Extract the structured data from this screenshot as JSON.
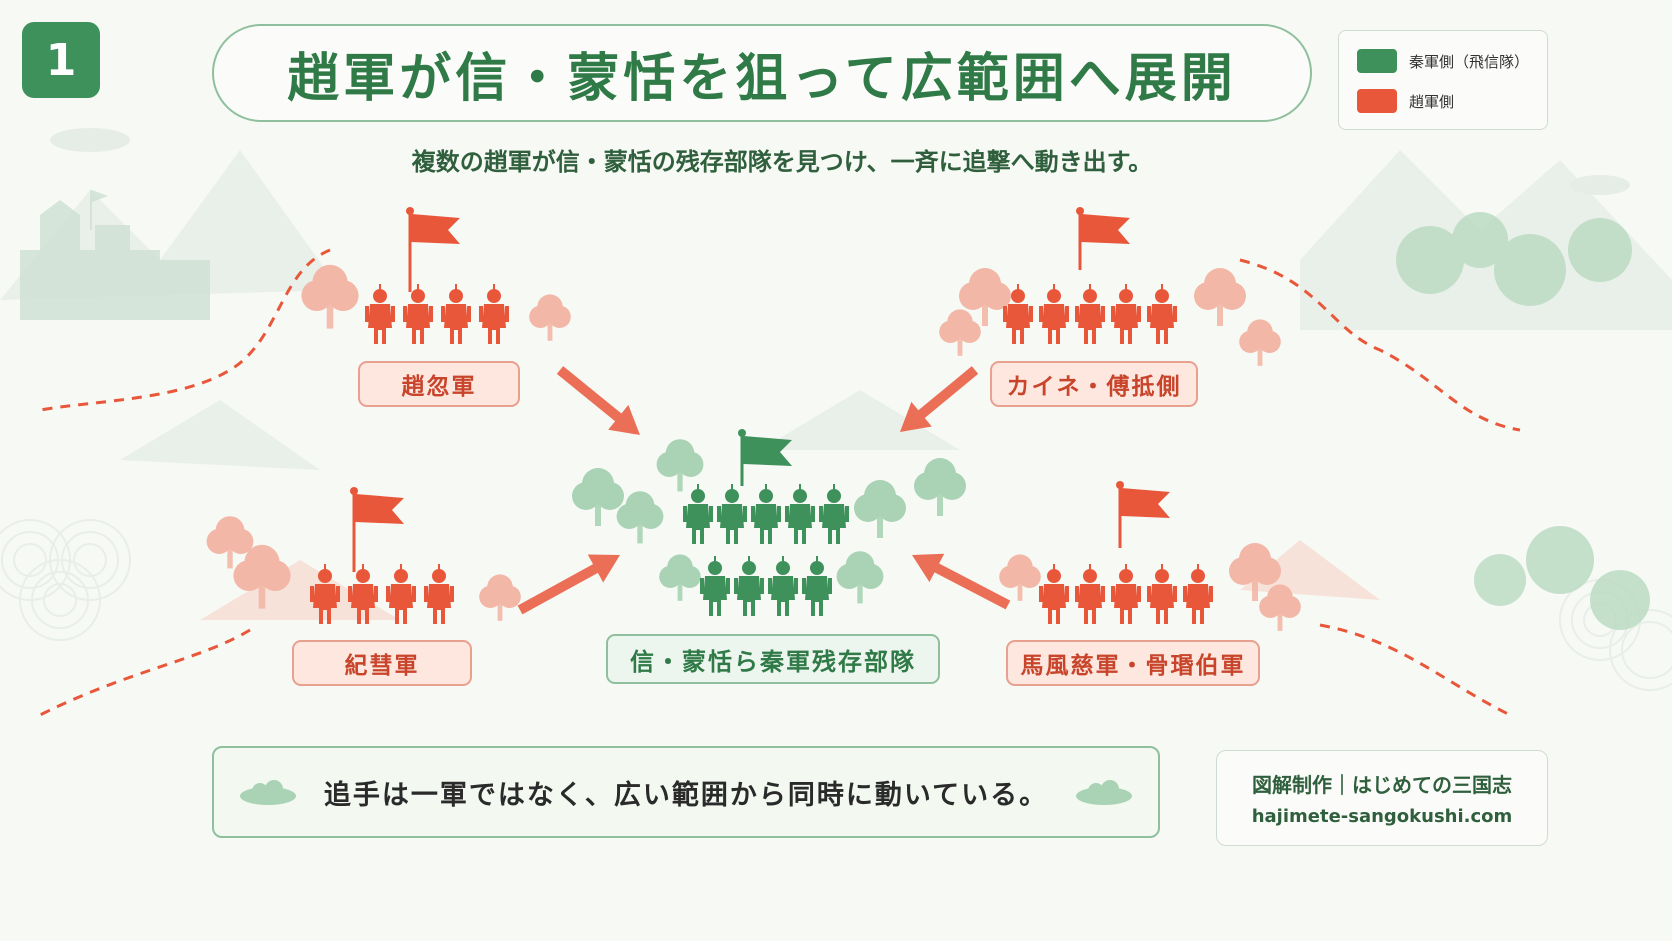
{
  "badge": {
    "number": "1"
  },
  "title": "趙軍が信・蒙恬を狙って広範囲へ展開",
  "subtitle": "複数の趙軍が信・蒙恬の残存部隊を見つけ、一斉に追撃へ動き出す。",
  "legend": {
    "items": [
      {
        "label": "秦軍側（飛信隊）",
        "color": "#3f915c"
      },
      {
        "label": "趙軍側",
        "color": "#e9573a"
      }
    ]
  },
  "units": {
    "zhao_hu": {
      "label": "趙忽軍",
      "soldiers": 4
    },
    "kaine": {
      "label": "カイネ・傅抵側",
      "soldiers": 5
    },
    "kisui": {
      "label": "紀彗軍",
      "soldiers": 4
    },
    "bafuji": {
      "label": "馬風慈軍・骨瑉伯軍",
      "soldiers": 5
    },
    "center": {
      "label": "信・蒙恬ら秦軍残存部隊",
      "soldiers": 9
    }
  },
  "note": "追手は一軍ではなく、広い範囲から同時に動いている。",
  "credit": {
    "line1": "図解制作｜はじめての三国志",
    "line2": "hajimete-sangokushi.com"
  },
  "colors": {
    "red": "#e9573a",
    "green": "#3f915c",
    "tree_red": "#f2b7a6",
    "tree_green": "#a9d3b4"
  }
}
